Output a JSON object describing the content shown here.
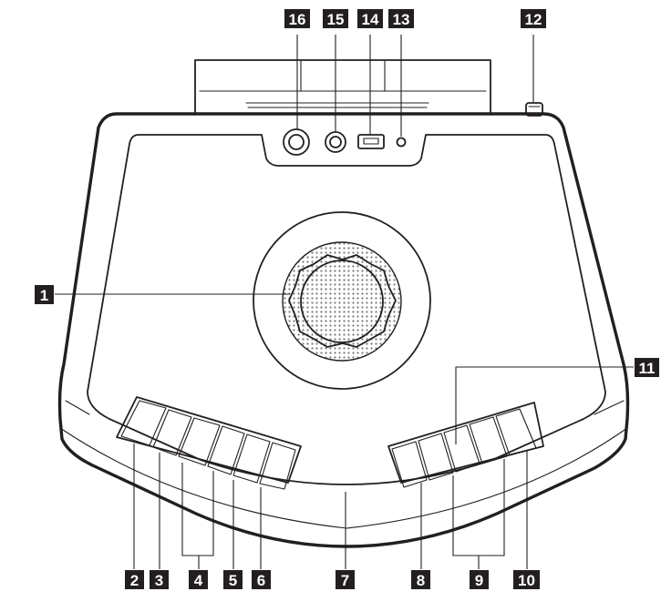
{
  "diagram": {
    "callouts": [
      {
        "id": "c1",
        "text": "1"
      },
      {
        "id": "c2",
        "text": "2"
      },
      {
        "id": "c3",
        "text": "3"
      },
      {
        "id": "c4",
        "text": "4"
      },
      {
        "id": "c5",
        "text": "5"
      },
      {
        "id": "c6",
        "text": "6"
      },
      {
        "id": "c7",
        "text": "7"
      },
      {
        "id": "c8",
        "text": "8"
      },
      {
        "id": "c9",
        "text": "9"
      },
      {
        "id": "c10",
        "text": "10"
      },
      {
        "id": "c11",
        "text": "11"
      },
      {
        "id": "c12",
        "text": "12"
      },
      {
        "id": "c13",
        "text": "13"
      },
      {
        "id": "c14",
        "text": "14"
      },
      {
        "id": "c15",
        "text": "15"
      },
      {
        "id": "c16",
        "text": "16"
      }
    ],
    "colors": {
      "ink": "#231f20",
      "paper": "#ffffff",
      "dots": "#777777"
    }
  }
}
